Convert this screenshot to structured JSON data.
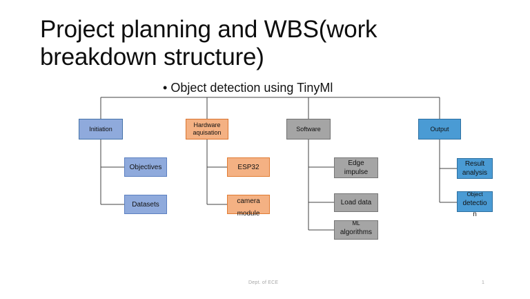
{
  "slide": {
    "title": "Project planning and WBS(work breakdown structure)",
    "bullet": {
      "marker": "•",
      "text": "Object detection using TinyMl"
    },
    "footer": {
      "left": "Dept. of ECE",
      "page_number": "1"
    }
  },
  "colors": {
    "blue_light": "#8FAADC",
    "blue_strong": "#4A9BD4",
    "orange": "#F4B183",
    "gray": "#A5A5A5",
    "line": "#404040",
    "title_text": "#0D0D0D",
    "footer_text": "#A6A6A6"
  },
  "diagram": {
    "type": "work-breakdown-structure",
    "root_label": "Object detection using TinyMl",
    "branches": [
      {
        "id": "initiation",
        "label": "Initiation",
        "color": "blue_light",
        "children": [
          {
            "id": "objectives",
            "label": "Objectives",
            "color": "blue_light"
          },
          {
            "id": "datasets",
            "label": "Datasets",
            "color": "blue_light"
          }
        ]
      },
      {
        "id": "hardware-aquisation",
        "label_line1": "Hardware",
        "label_line2": "aquisation",
        "label": "Hardware aquisation",
        "color": "orange",
        "children": [
          {
            "id": "esp32",
            "label": "ESP32",
            "color": "orange"
          },
          {
            "id": "camera-module",
            "label": "camera module",
            "label_line1": "camera",
            "label_line2": "module",
            "color": "orange"
          }
        ]
      },
      {
        "id": "software",
        "label": "Software",
        "color": "gray",
        "children": [
          {
            "id": "edge-impulse",
            "label": "Edge impulse",
            "label_line1": "Edge",
            "label_line2": "impulse",
            "color": "gray"
          },
          {
            "id": "load-data",
            "label": "Load data",
            "color": "gray"
          },
          {
            "id": "ml-algorithms",
            "label": "ML algorithms",
            "label_line1": "ML",
            "label_line2": "algorithms",
            "color": "gray"
          }
        ]
      },
      {
        "id": "output",
        "label": "Output",
        "color": "blue_strong",
        "children": [
          {
            "id": "result-analysis",
            "label": "Result analysis",
            "label_line1": "Result",
            "label_line2": "analysis",
            "color": "blue_strong"
          },
          {
            "id": "object-detection",
            "label": "Object detection",
            "label_line1": "Object",
            "label_line2": "detectio",
            "label_line3": "n",
            "color": "blue_strong"
          }
        ]
      }
    ]
  }
}
